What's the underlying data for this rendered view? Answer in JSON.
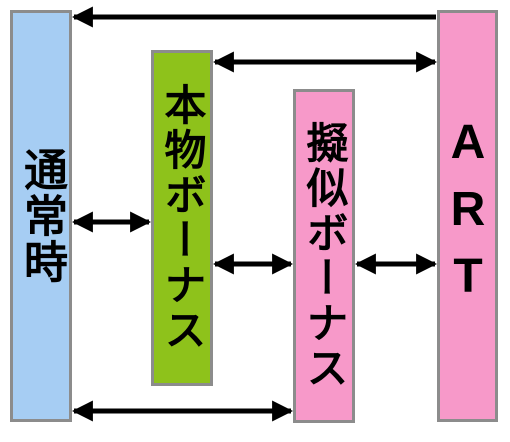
{
  "boxes": {
    "normal": {
      "label": "通常時",
      "color": "#a6cdf3"
    },
    "real_bonus": {
      "label": "本物ボーナス",
      "color": "#8ec21b"
    },
    "pseudo_bonus": {
      "label": "擬似ボーナス",
      "color": "#f799c9"
    },
    "art": {
      "label": "ART",
      "color": "#f799c9"
    }
  },
  "arrows": [
    {
      "from": "art",
      "to": "normal",
      "type": "one-way"
    },
    {
      "from": "real_bonus",
      "to": "art",
      "type": "two-way"
    },
    {
      "from": "normal",
      "to": "real_bonus",
      "type": "two-way"
    },
    {
      "from": "real_bonus",
      "to": "pseudo_bonus",
      "type": "two-way"
    },
    {
      "from": "pseudo_bonus",
      "to": "art",
      "type": "two-way"
    },
    {
      "from": "normal",
      "to": "pseudo_bonus",
      "type": "two-way"
    }
  ],
  "arrow_color": "#000000"
}
